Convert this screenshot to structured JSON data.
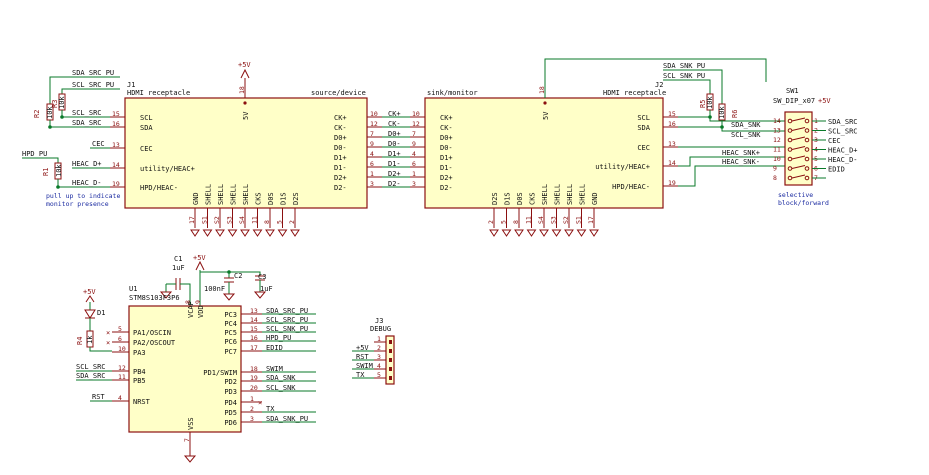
{
  "connectors": {
    "j1": {
      "ref": "J1",
      "name": "HDMI receptacle",
      "side": "source/device",
      "left_pins": [
        [
          "SCL",
          "15"
        ],
        [
          "SDA",
          "16"
        ],
        [
          "CEC",
          "13"
        ],
        [
          "utility/HEAC+",
          "14"
        ],
        [
          "HPD/HEAC-",
          "19"
        ]
      ],
      "right_pins": [
        [
          "CK+",
          "10"
        ],
        [
          "CK-",
          "12"
        ],
        [
          "D0+",
          "7"
        ],
        [
          "D0-",
          "9"
        ],
        [
          "D1+",
          "4"
        ],
        [
          "D1-",
          "6"
        ],
        [
          "D2+",
          "1"
        ],
        [
          "D2-",
          "3"
        ]
      ],
      "bottom_pins": [
        [
          "GND",
          "17"
        ],
        [
          "SHELL",
          "S1"
        ],
        [
          "SHELL",
          "S2"
        ],
        [
          "SHELL",
          "S3"
        ],
        [
          "SHELL",
          "S4"
        ],
        [
          "CKS",
          "11"
        ],
        [
          "D0S",
          "8"
        ],
        [
          "D1S",
          "5"
        ],
        [
          "D2S",
          "2"
        ]
      ],
      "top_pin": [
        "5V",
        "18"
      ]
    },
    "j2": {
      "ref": "J2",
      "name": "HDMI receptacle",
      "side": "sink/monitor",
      "left_pins": [
        [
          "CK+",
          "10"
        ],
        [
          "CK-",
          "12"
        ],
        [
          "D0+",
          "7"
        ],
        [
          "D0-",
          "9"
        ],
        [
          "D1+",
          "4"
        ],
        [
          "D1-",
          "6"
        ],
        [
          "D2+",
          "1"
        ],
        [
          "D2-",
          "3"
        ]
      ],
      "right_pins": [
        [
          "SCL",
          "15"
        ],
        [
          "SDA",
          "16"
        ],
        [
          "CEC",
          "13"
        ],
        [
          "utility/HEAC+",
          "14"
        ],
        [
          "HPD/HEAC-",
          "19"
        ]
      ],
      "bottom_pins": [
        [
          "D2S",
          "2"
        ],
        [
          "D1S",
          "5"
        ],
        [
          "D0S",
          "8"
        ],
        [
          "CKS",
          "11"
        ],
        [
          "SHELL",
          "S4"
        ],
        [
          "SHELL",
          "S3"
        ],
        [
          "SHELL",
          "S2"
        ],
        [
          "SHELL",
          "S1"
        ],
        [
          "GND",
          "17"
        ]
      ],
      "top_pin": [
        "5V",
        "18"
      ]
    }
  },
  "mid_wires": [
    [
      "CK+",
      "10",
      "CK+",
      "10"
    ],
    [
      "CK-",
      "12",
      "CK-",
      "12"
    ],
    [
      "D0+",
      "7",
      "D0+",
      "7"
    ],
    [
      "D0-",
      "9",
      "D0-",
      "9"
    ],
    [
      "D1+",
      "4",
      "D1+",
      "4"
    ],
    [
      "D1-",
      "6",
      "D1-",
      "6"
    ],
    [
      "D2+",
      "1",
      "D2+",
      "1"
    ],
    [
      "D2-",
      "3",
      "D2-",
      "3"
    ]
  ],
  "power": {
    "v5": "+5V"
  },
  "labels": {
    "sda_src_pu": "SDA_SRC_PU",
    "scl_src_pu": "SCL_SRC_PU",
    "scl_src": "SCL_SRC",
    "sda_src": "SDA_SRC",
    "cec": "CEC",
    "hpd_pu": "HPD_PU",
    "heac_d_plus": "HEAC_D+",
    "heac_d_minus": "HEAC_D-",
    "sda_snk_pu": "SDA_SNK_PU",
    "scl_snk_pu": "SCL_SNK_PU",
    "sda_snk": "SDA_SNK",
    "scl_snk": "SCL_SNK",
    "heac_snk_plus": "HEAC_SNK+",
    "heac_snk_minus": "HEAC_SNK-",
    "edid": "EDID",
    "rst": "RST",
    "swim": "SWIM",
    "tx": "TX"
  },
  "resistors": {
    "r1": "R1",
    "r2": "R2",
    "r3": "R3",
    "r4": "R4",
    "r5": "R5",
    "r6": "R6",
    "value": "10k",
    "r4_value": "1k"
  },
  "notes": {
    "pullup_line1": "pull up to indicate",
    "pullup_line2": "monitor presence",
    "sw_line1": "selective",
    "sw_line2": "block/forward"
  },
  "switch": {
    "ref": "SW1",
    "name": "SW_DIP_x07",
    "left_pins": [
      "14",
      "13",
      "12",
      "11",
      "10",
      "9",
      "8"
    ],
    "right_pins": [
      "1",
      "2",
      "3",
      "4",
      "5",
      "6",
      "7"
    ],
    "left_nets": [
      "SDA_SNK",
      "SCL_SNK",
      "",
      "HEAC_SNK+",
      "HEAC_SNK-",
      "",
      ""
    ],
    "right_nets": [
      "SDA_SRC",
      "SCL_SRC",
      "CEC",
      "HEAC_D+",
      "HEAC_D-",
      "EDID",
      ""
    ]
  },
  "caps": {
    "c1": "C1",
    "c1_val": "1uF",
    "c2": "C2",
    "c2_val": "100nF",
    "c3": "C3",
    "c3_val": "1uF"
  },
  "mcu": {
    "ref": "U1",
    "name": "STM8S103F3P6",
    "left_pins": [
      [
        "PA1/OSCIN",
        "5"
      ],
      [
        "PA2/OSCOUT",
        "6"
      ],
      [
        "PA3",
        "10"
      ],
      [
        "PB4",
        "12"
      ],
      [
        "PB5",
        "11"
      ],
      [
        "NRST",
        "4"
      ]
    ],
    "right_pins": [
      [
        "PC3",
        "13",
        "SDA_SRC_PU"
      ],
      [
        "PC4",
        "14",
        "SCL_SRC_PU"
      ],
      [
        "PC5",
        "15",
        "SCL_SNK_PU"
      ],
      [
        "PC6",
        "16",
        "HPD_PU"
      ],
      [
        "PC7",
        "17",
        "EDID"
      ],
      [
        "PD1/SWIM",
        "18",
        "SWIM"
      ],
      [
        "PD2",
        "19",
        "SDA_SNK"
      ],
      [
        "PD3",
        "20",
        "SCL_SNK"
      ],
      [
        "PD4",
        "1",
        ""
      ],
      [
        "PD5",
        "2",
        "TX"
      ],
      [
        "PD6",
        "3",
        "SDA_SNK_PU"
      ]
    ],
    "top_pins": [
      [
        "VCAP",
        "8"
      ],
      [
        "VDD",
        "9"
      ]
    ],
    "bottom_pin": [
      "VSS",
      "7"
    ],
    "pb_nets": [
      "SCL_SRC",
      "SDA_SRC"
    ],
    "nrst_net": "RST"
  },
  "led": {
    "ref": "D1"
  },
  "debug": {
    "ref": "J3",
    "name": "DEBUG",
    "pins": [
      "1",
      "2",
      "3",
      "4",
      "5"
    ],
    "nets": [
      "",
      "+5V",
      "RST",
      "SWIM",
      "TX"
    ]
  }
}
